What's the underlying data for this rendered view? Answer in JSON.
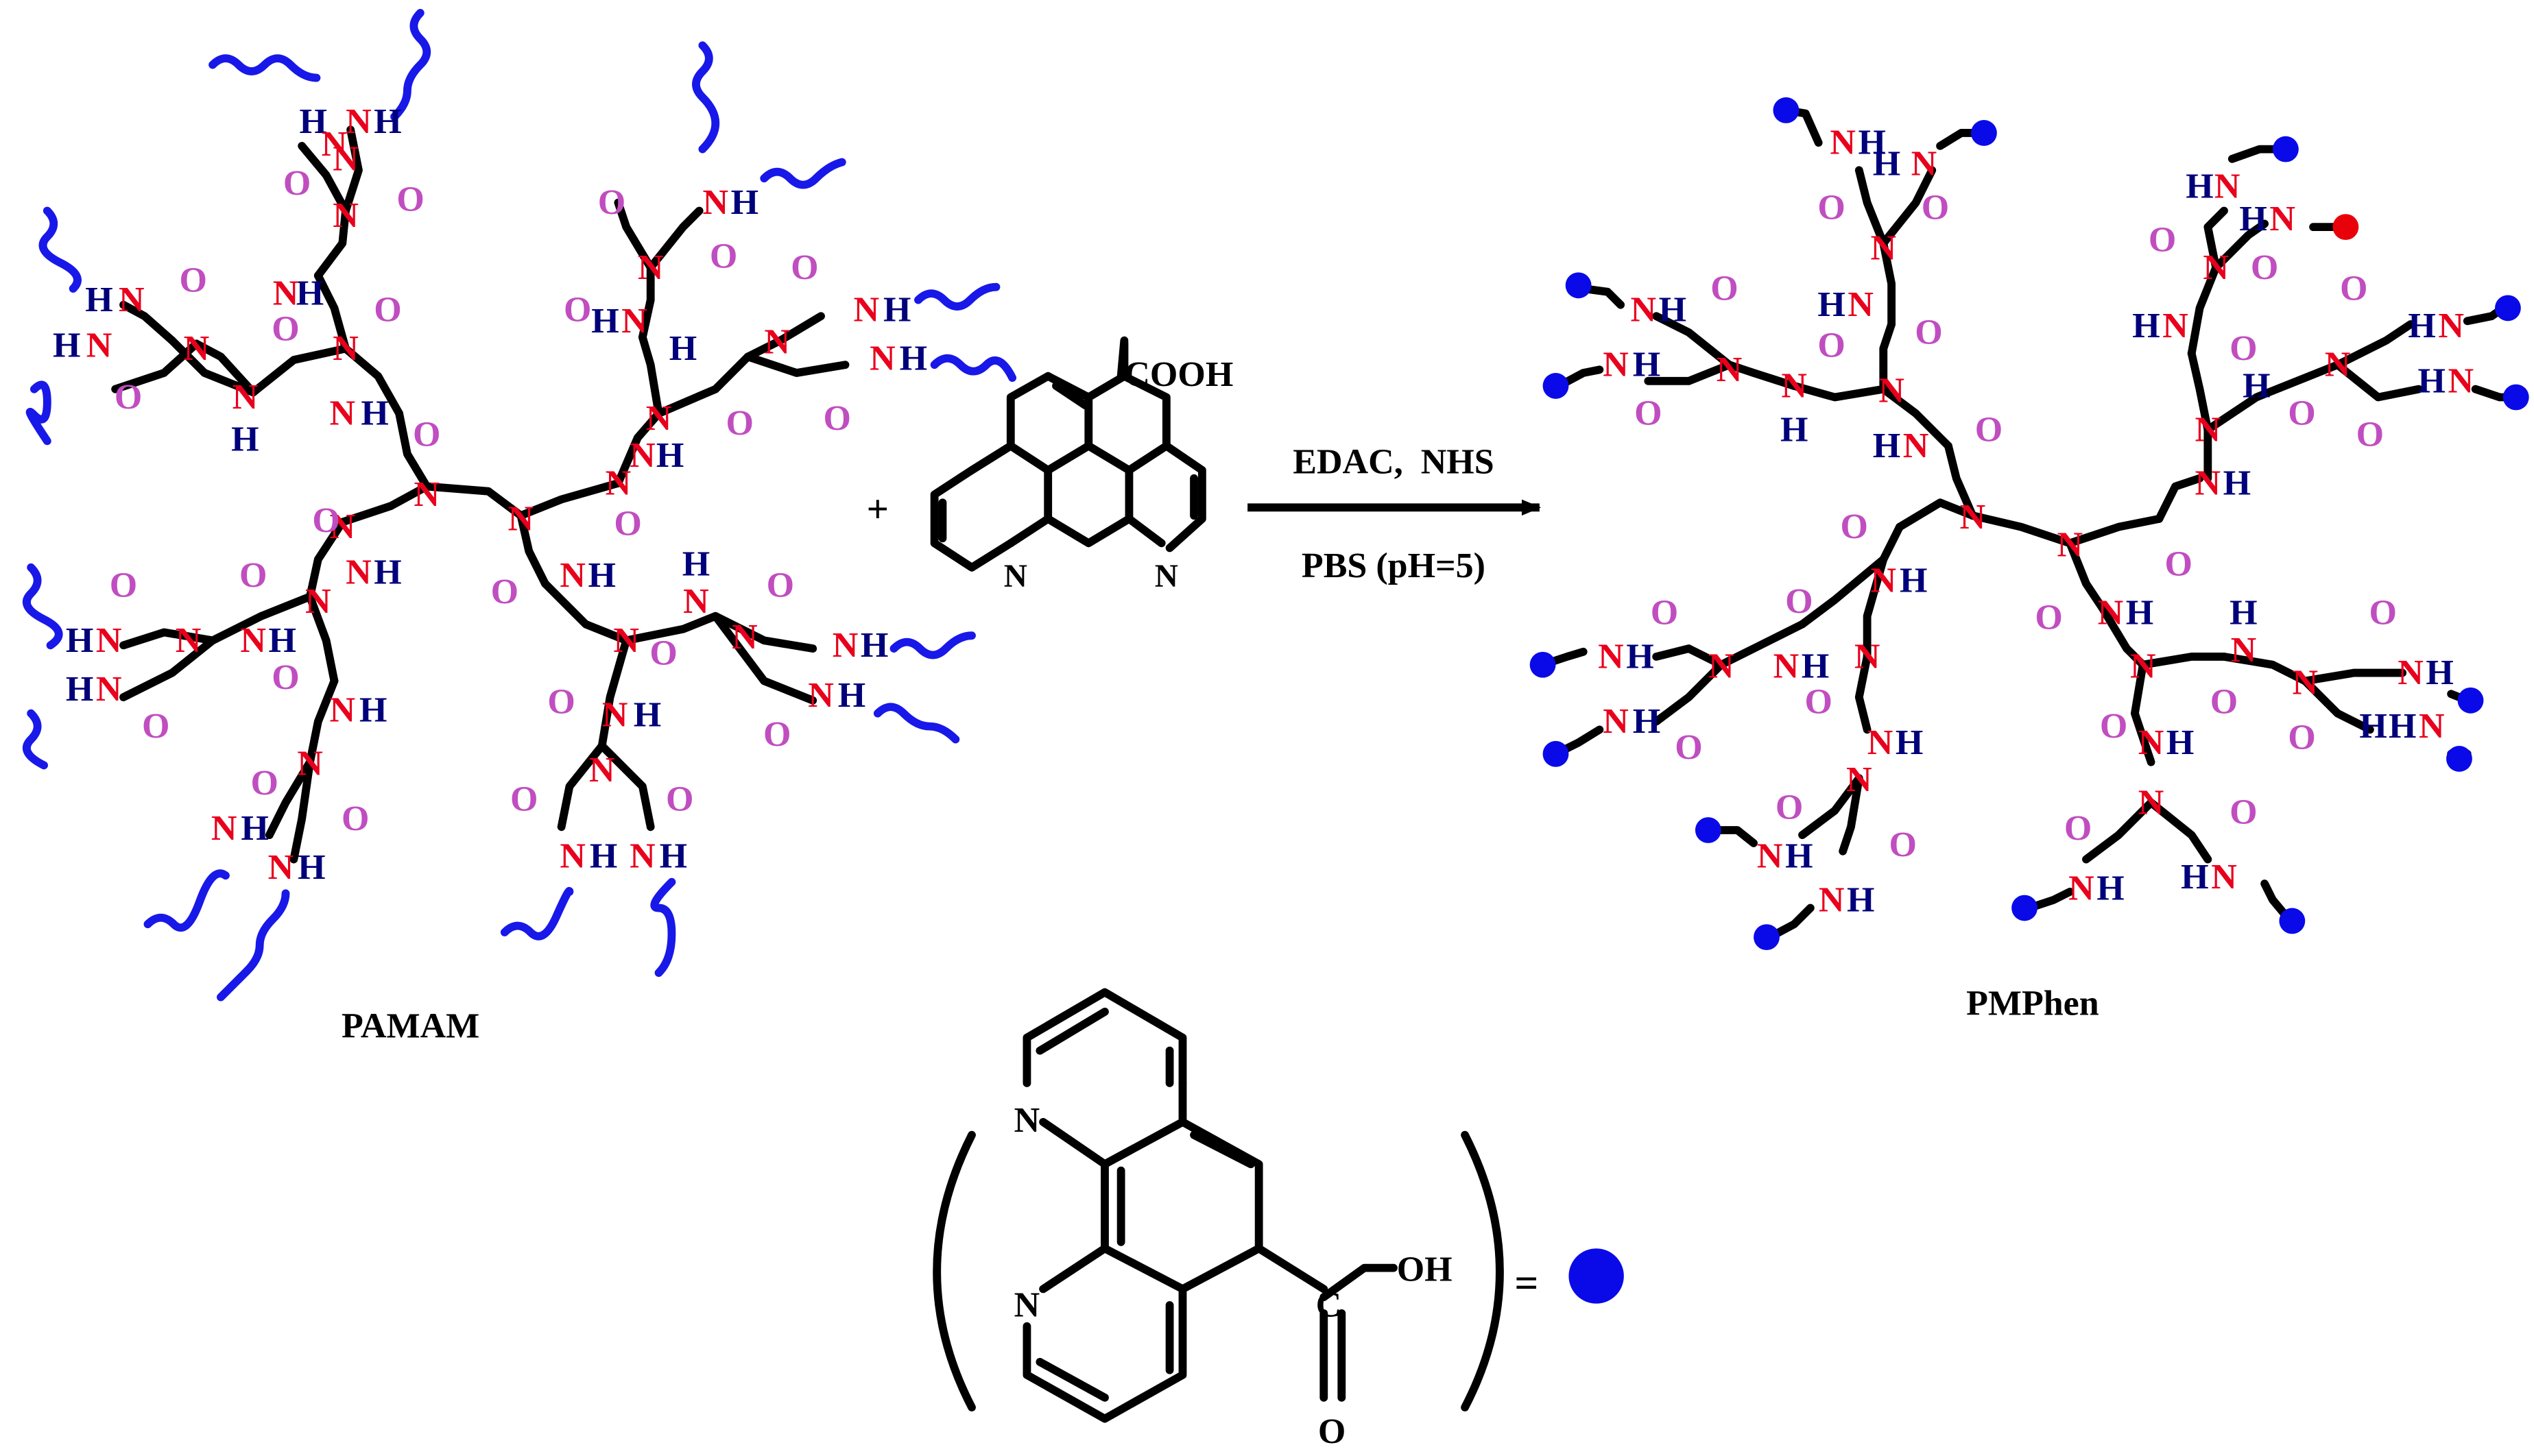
{
  "colors": {
    "nitrogen_label": "#e8001c",
    "nh_label": "#00007a",
    "oxygen_label": "#c04ec0",
    "bond": "#000000",
    "surface_wave": "#1818e8",
    "phen_dot": "#0a0ae8",
    "phen_dot_highlight": "#e8000a",
    "text": "#000000"
  },
  "atom_labels": {
    "n": "N",
    "nh_n": "N",
    "nh_h": "H",
    "o": "O"
  },
  "labels": {
    "reactant_name": "PAMAM",
    "product_name": "PMPhen",
    "plus": "+",
    "reagents": "EDAC,  NHS",
    "conditions": "PBS (pH=5)",
    "equals": "=",
    "reagent_substituent": "COOH",
    "reagent_ring_n1": "N",
    "reagent_ring_n2": "N",
    "legend_oh": "OH",
    "legend_o": "O",
    "legend_ring_n1": "N",
    "legend_ring_n2": "N",
    "legend_c": "C"
  }
}
